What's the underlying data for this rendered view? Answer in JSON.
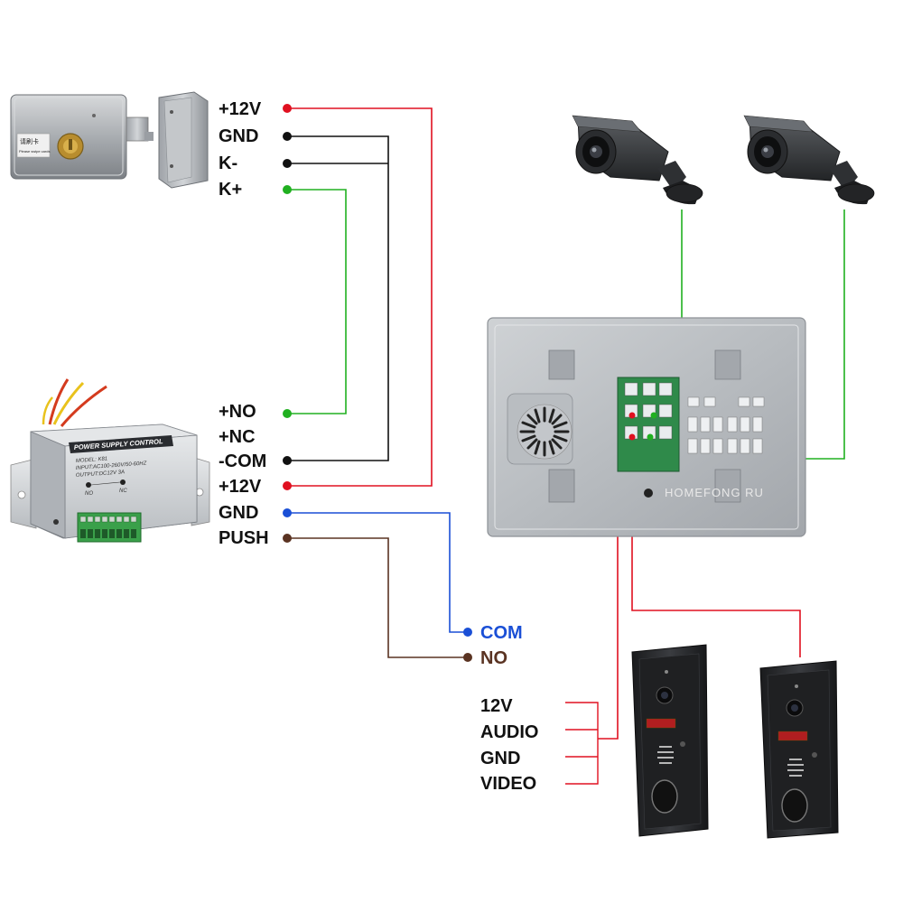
{
  "lock": {
    "terminals": [
      "+12V",
      "GND",
      "K-",
      "K+"
    ],
    "terminal_colors": [
      "#e01020",
      "#111111",
      "#111111",
      "#20b020"
    ],
    "sticker_text": "请刷卡",
    "sticker_subtext": "Please swipe cards"
  },
  "power_supply": {
    "title": "POWER SUPPLY CONTROL",
    "model": "MODEL: K81",
    "input": "INPUT:AC100-260V/50-60HZ",
    "output": "OUTPUT:DC12V 3A",
    "no_label": "NO",
    "nc_label": "NC",
    "terminals": [
      "+NO",
      "+NC",
      "-COM",
      "+12V",
      "GND",
      "PUSH"
    ],
    "terminal_colors": [
      "#20b020",
      "#ffffff",
      "#111111",
      "#e01020",
      "#1a4fd6",
      "#5a3322"
    ]
  },
  "exit_button": {
    "terminals": [
      "COM",
      "NO"
    ],
    "terminal_colors": [
      "#1a4fd6",
      "#5a3322"
    ]
  },
  "monitor": {
    "brand": "HOMEFONG RU"
  },
  "doorbell": {
    "terminals": [
      "12V",
      "AUDIO",
      "GND",
      "VIDEO"
    ],
    "wire_color": "#e01020"
  },
  "cameras": {
    "count": 2,
    "wire_color": "#20b020"
  },
  "wire_colors": {
    "red": "#e01020",
    "black": "#111111",
    "green": "#20b020",
    "blue": "#1a4fd6",
    "brown": "#5a3322"
  }
}
